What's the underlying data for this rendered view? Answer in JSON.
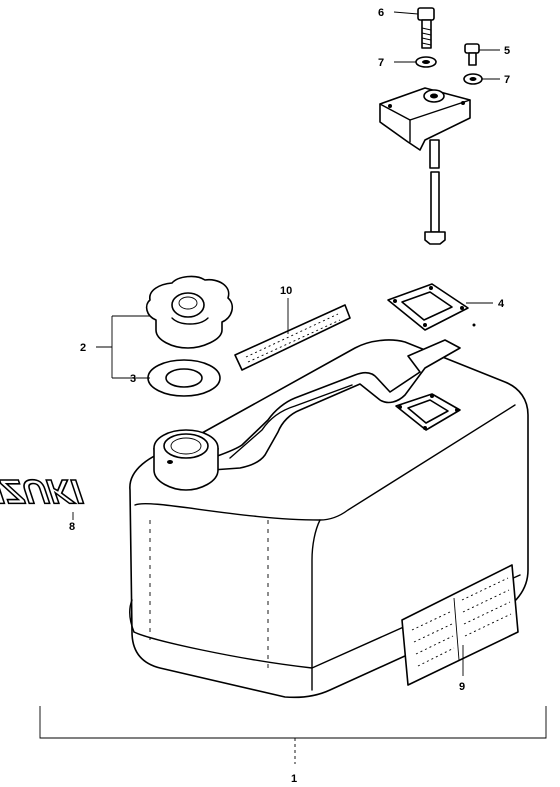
{
  "diagram": {
    "callouts": [
      {
        "id": "c1",
        "text": "1"
      },
      {
        "id": "c2",
        "text": "2"
      },
      {
        "id": "c3",
        "text": "3"
      },
      {
        "id": "c4",
        "text": "4"
      },
      {
        "id": "c5",
        "text": "5"
      },
      {
        "id": "c6",
        "text": "6"
      },
      {
        "id": "c7a",
        "text": "7"
      },
      {
        "id": "c7b",
        "text": "7"
      },
      {
        "id": "c8",
        "text": "8"
      },
      {
        "id": "c10",
        "text": "10"
      },
      {
        "id": "c9",
        "text": "9"
      }
    ],
    "emblem": {
      "text": "SUZUKI"
    }
  }
}
